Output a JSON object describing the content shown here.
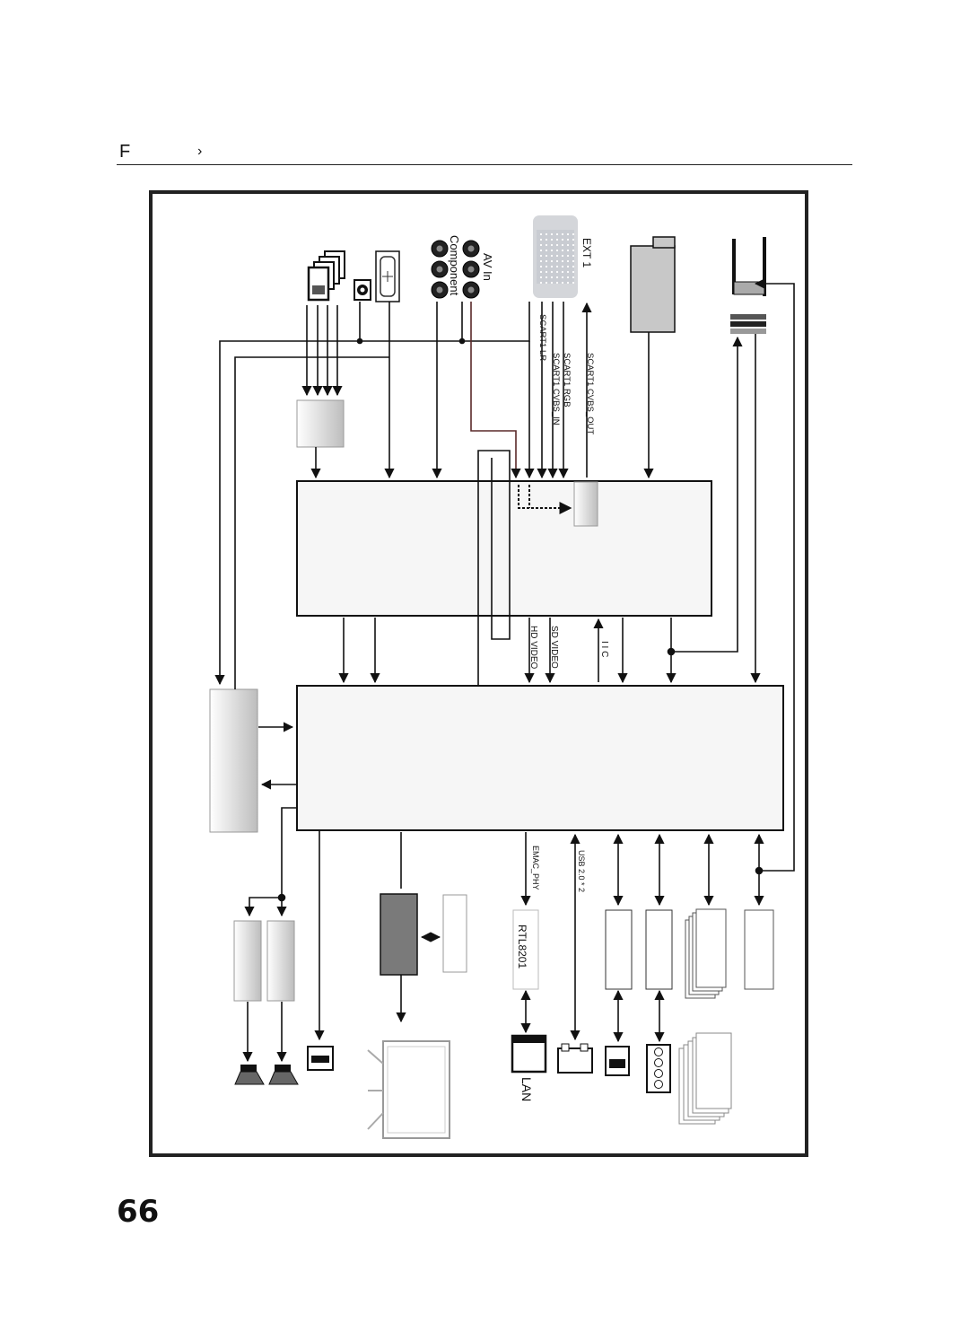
{
  "header": {
    "title": "F",
    "separator": "›"
  },
  "page": {
    "number": "66"
  },
  "diagram": {
    "inputs": {
      "ext1": "EXT 1",
      "av_in": "AV In",
      "component": "Component"
    },
    "signals": {
      "scart_cvbs_out": "SCART1 CVBS_OUT",
      "scart_rgb": "SCART1 RGB",
      "scart_cvbs_in": "SCART1 CVBS_IN",
      "scart_lr": "SCART1 LR",
      "sd_video": "SD VIDEO",
      "hd_video": "HD VIDEO",
      "iic": "I I C",
      "emac_phy": "EMAC_PHY",
      "usb": "USB 2.0 * 2"
    },
    "blocks": {
      "rtl": "RTL8201",
      "lan": "LAN"
    },
    "colors": {
      "line": "#111111",
      "frame": "#222222",
      "block_fill": "#f6f6f6",
      "dark_block": "#7a7a7a"
    }
  }
}
